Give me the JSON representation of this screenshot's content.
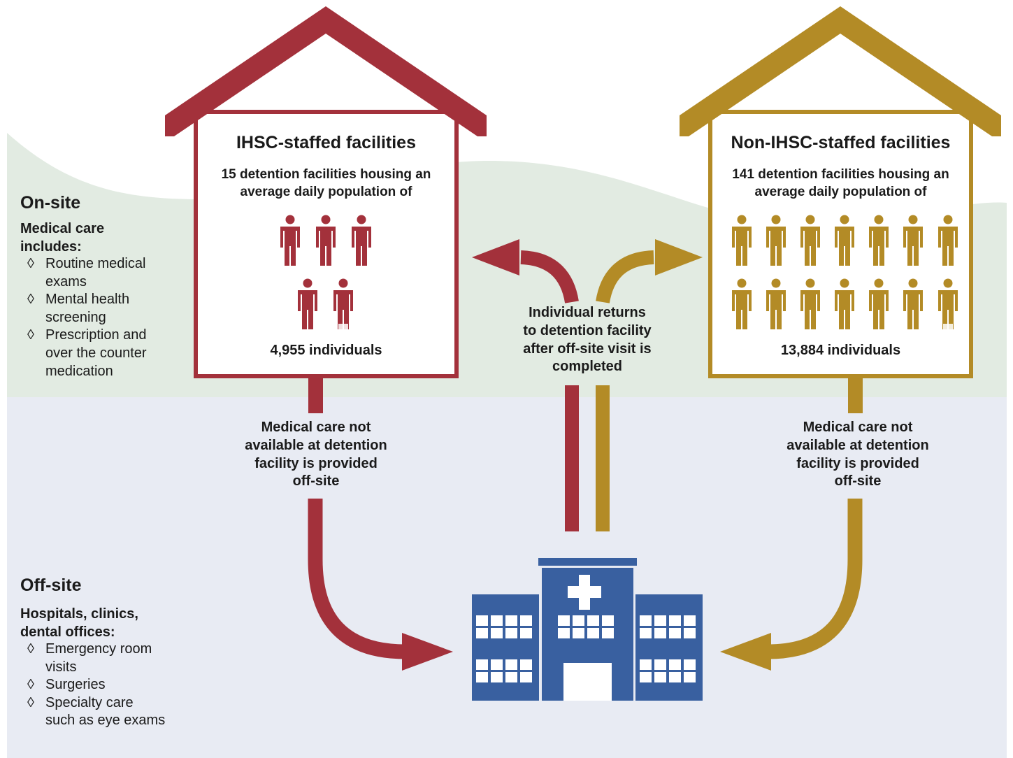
{
  "colors": {
    "ihsc": "#a3313b",
    "non_ihsc": "#b38b26",
    "hospital": "#3960a0",
    "onsite_band": "#e2ebe2",
    "offsite_band": "#e8ebf3"
  },
  "onsite": {
    "title": "On-site",
    "subtitle_line1": "Medical care",
    "subtitle_line2": "includes:",
    "items": [
      {
        "line1": "Routine medical",
        "line2": "exams"
      },
      {
        "line1": "Mental health",
        "line2": "screening"
      },
      {
        "line1": "Prescription and",
        "line2": "over the counter",
        "line3": "medication"
      }
    ]
  },
  "offsite": {
    "title": "Off-site",
    "subtitle_line1": "Hospitals, clinics,",
    "subtitle_line2": "dental offices:",
    "items": [
      {
        "line1": "Emergency room",
        "line2": "visits"
      },
      {
        "line1": "Surgeries"
      },
      {
        "line1": "Specialty care",
        "line2": "such as eye exams"
      }
    ]
  },
  "bullet_glyph": "◊",
  "ihsc_house": {
    "title": "IHSC-staffed facilities",
    "desc_line1": "15 detention facilities housing an",
    "desc_line2": "average daily population of",
    "count": "4,955 individuals",
    "people_icons": 5
  },
  "non_ihsc_house": {
    "title": "Non-IHSC-staffed facilities",
    "desc_line1": "141 detention facilities housing an",
    "desc_line2": "average daily population of",
    "count": "13,884 individuals",
    "people_icons": 14
  },
  "flow_left": {
    "line1": "Medical care not",
    "line2": "available at detention",
    "line3": "facility is provided",
    "line4": "off-site"
  },
  "flow_right": {
    "line1": "Medical care not",
    "line2": "available at detention",
    "line3": "facility is provided",
    "line4": "off-site"
  },
  "return_flow": {
    "line1": "Individual returns",
    "line2": "to detention facility",
    "line3": "after off-site visit is",
    "line4": "completed"
  }
}
